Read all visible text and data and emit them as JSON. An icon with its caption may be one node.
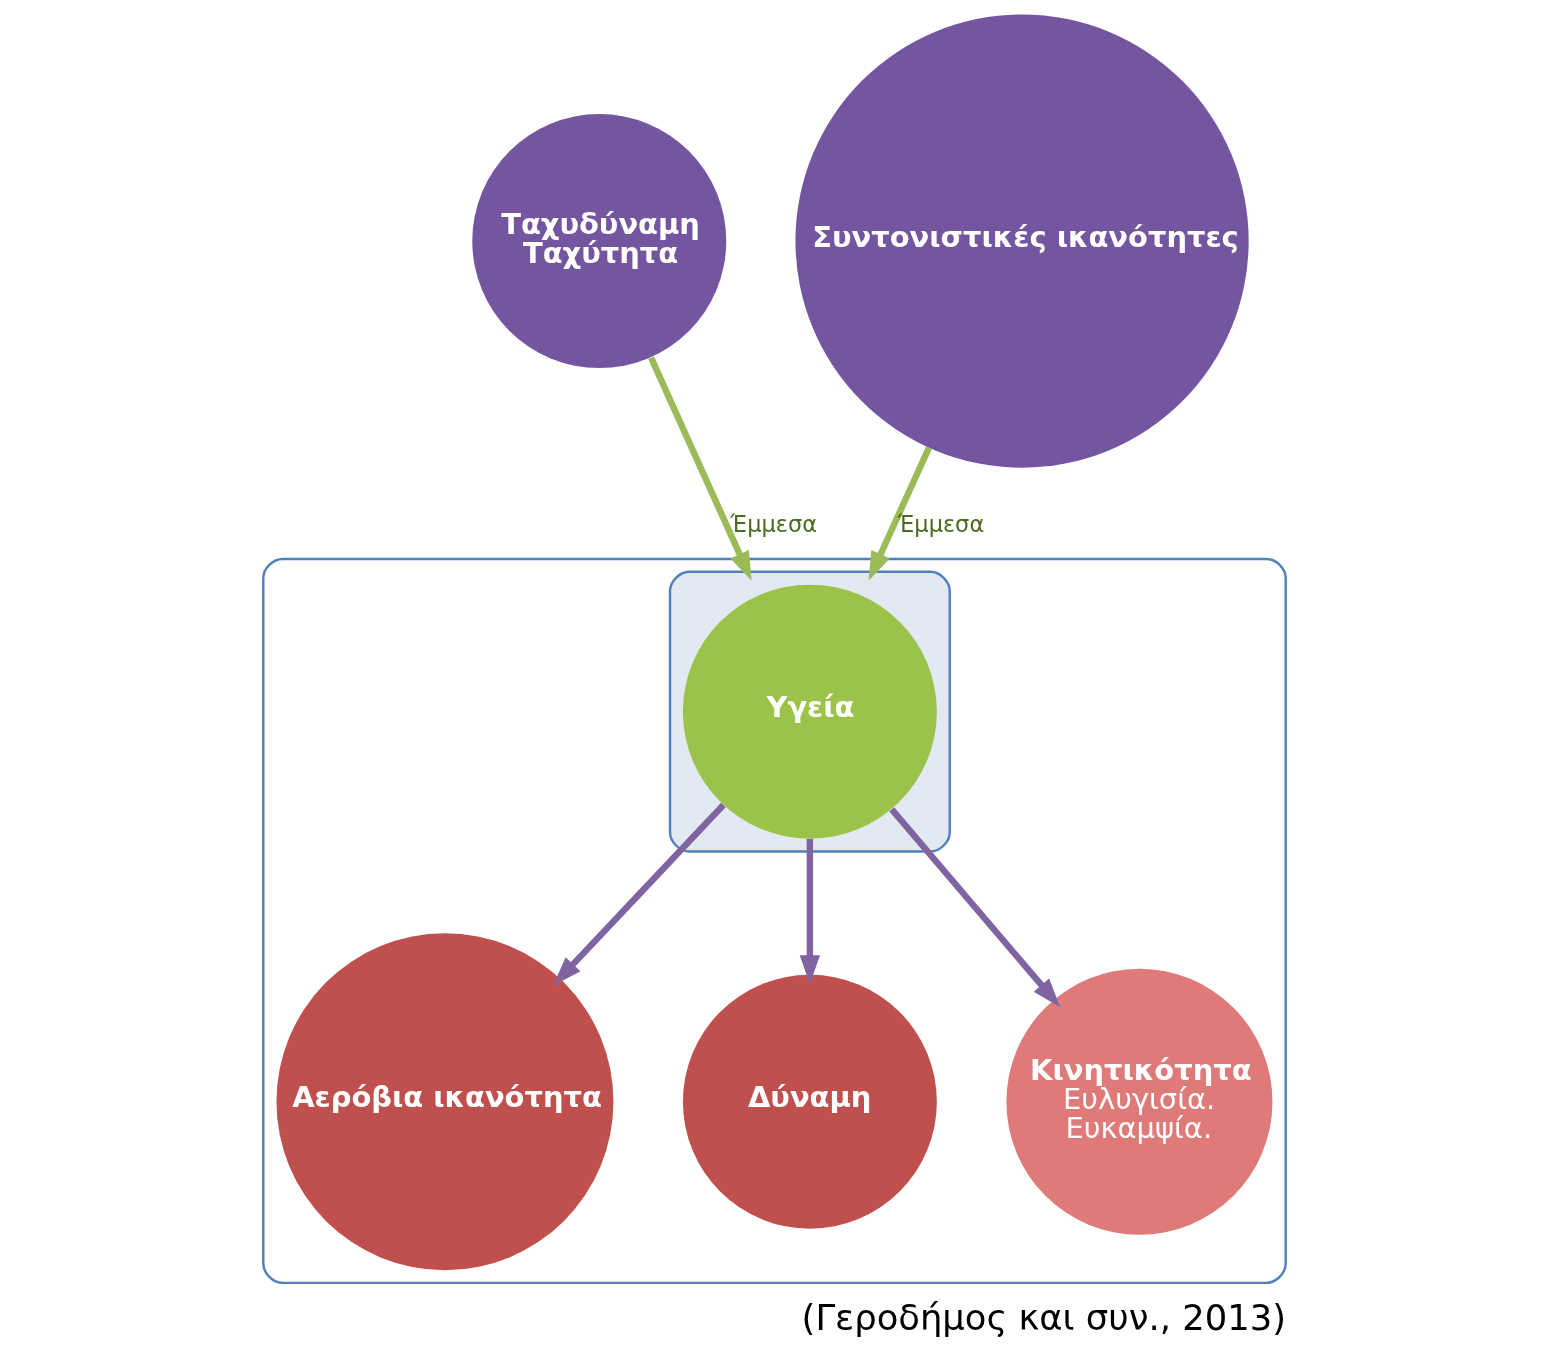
{
  "diagram": {
    "caption": "(Γεροδήμος και συν., 2013)",
    "nodes": [
      {
        "text": [
          "Ταχυδύναμη",
          "Ταχύτητα"
        ]
      },
      {
        "text": [
          "Συντονιστικές ικανότητες"
        ]
      },
      {
        "text": [],
        "shape": "funnel"
      },
      {
        "text": [],
        "shape": "ellipse",
        "in": 2
      },
      {
        "text": [
          "Αερόβια ικανότητα"
        ],
        "in": 2
      },
      {
        "text": [
          "Υγεία"
        ],
        "in": 3
      },
      {
        "text": [
          "Δύναμη"
        ],
        "in": 2
      },
      {
        "text": [
          "Κινητικότητα",
          "Ευλυγισία.",
          "Ευκαμψία."
        ],
        "in": 2
      }
    ],
    "edges": [
      {
        "from": 0,
        "to": 3,
        "arrow": "to",
        "label": "Έμμεσα"
      },
      {
        "from": 1,
        "to": 3,
        "arrow": "to",
        "label": "Έμμεσα"
      },
      {
        "from": 5,
        "to": 4,
        "arrow": "to"
      },
      {
        "from": 5,
        "to": 6,
        "arrow": "to"
      },
      {
        "from": 5,
        "to": 7,
        "arrow": "to"
      }
    ]
  }
}
